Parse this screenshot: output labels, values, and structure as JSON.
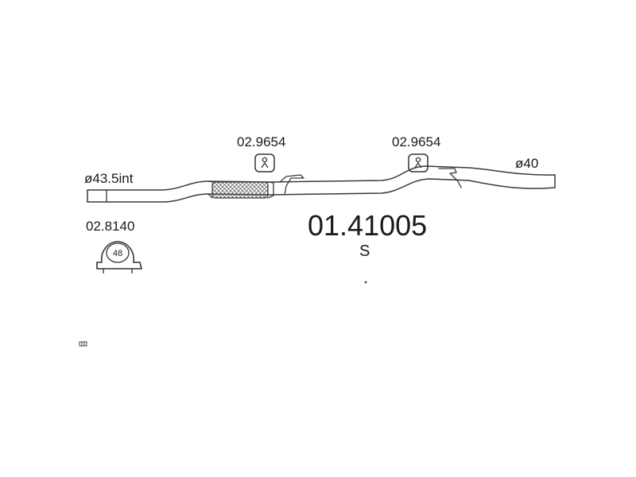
{
  "inlet": {
    "diameter_label": "ø43.5int"
  },
  "outlet": {
    "diameter_label": "ø40"
  },
  "hanger_front": {
    "part_no": "02.9654"
  },
  "hanger_rear": {
    "part_no": "02.9654"
  },
  "clamp": {
    "part_no": "02.8140",
    "size": "48"
  },
  "assembly": {
    "part_no": "01.41005",
    "variant": "S"
  },
  "colors": {
    "line": "#3a3a3a",
    "text": "#1a1a1a",
    "background": "#ffffff"
  }
}
